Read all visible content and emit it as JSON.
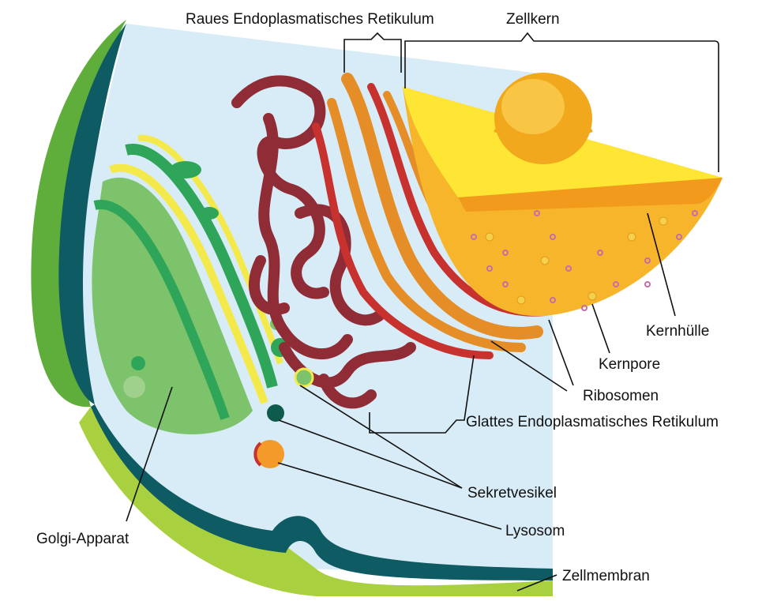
{
  "diagram": {
    "labels": {
      "rough_er": "Raues Endoplasmatisches Retikulum",
      "nucleus": "Zellkern",
      "nuclear_envelope": "Kernhülle",
      "nuclear_pore": "Kernpore",
      "ribosomes": "Ribosomen",
      "smooth_er": "Glattes Endoplasmatisches Retikulum",
      "secretory_vesicle": "Sekretvesikel",
      "lysosome": "Lysosom",
      "golgi": "Golgi-Apparat",
      "cell_membrane": "Zellmembran"
    },
    "colors": {
      "cytoplasm": "#d8ecf8",
      "membrane_outer": "#5fad3a",
      "membrane_band": "#0e5b63",
      "membrane_lower": "#a9d13f",
      "nucleus_yellow": "#ffe534",
      "nucleus_orange": "#f7b52c",
      "nucleolus": "#f2a81c",
      "rough_er": "#e58e28",
      "smooth_er": "#8f2c35",
      "golgi": "#52b24a",
      "vesicle_dark": "#0e5b4d",
      "lysosome": "#f39a2a"
    }
  }
}
